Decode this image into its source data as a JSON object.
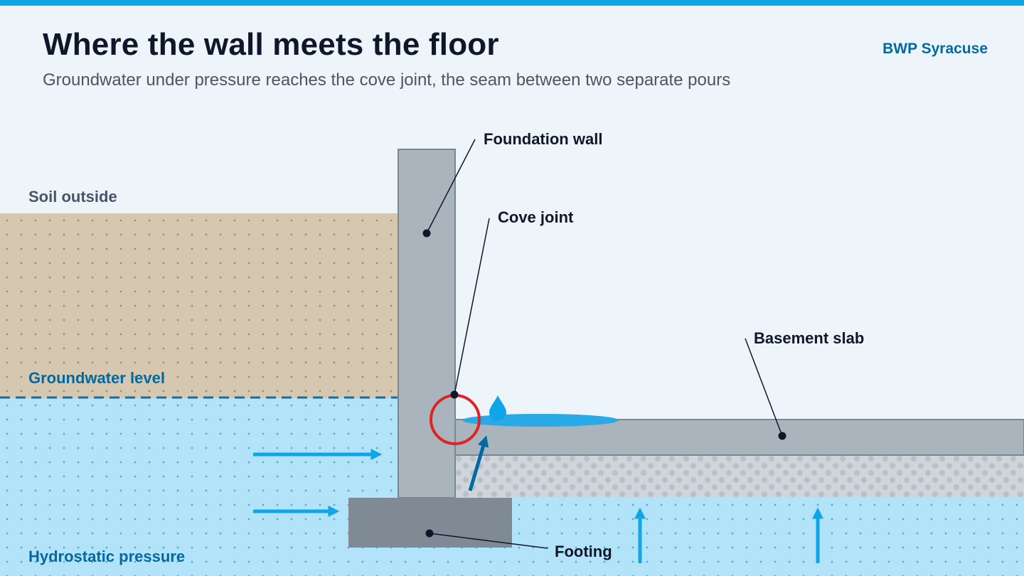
{
  "header": {
    "title": "Where the wall meets the floor",
    "subtitle": "Groundwater under pressure reaches the cove joint, the seam between two separate pours",
    "brand": "BWP Syracuse"
  },
  "labels": {
    "soil_outside": "Soil outside",
    "groundwater_level": "Groundwater level",
    "hydrostatic_pressure": "Hydrostatic pressure",
    "foundation_wall": "Foundation wall",
    "cove_joint": "Cove joint",
    "basement_slab": "Basement slab",
    "footing": "Footing"
  },
  "colors": {
    "accent": "#0ea5e9",
    "soil": "#d6c8b0",
    "water": "#b3e3f8",
    "concrete": "#aab4bd",
    "footing": "#7f8a94",
    "gravel": "#cfd5db",
    "highlight_ring": "#dc2626",
    "leak": "#29a9e6",
    "water_label": "#0369a1"
  }
}
